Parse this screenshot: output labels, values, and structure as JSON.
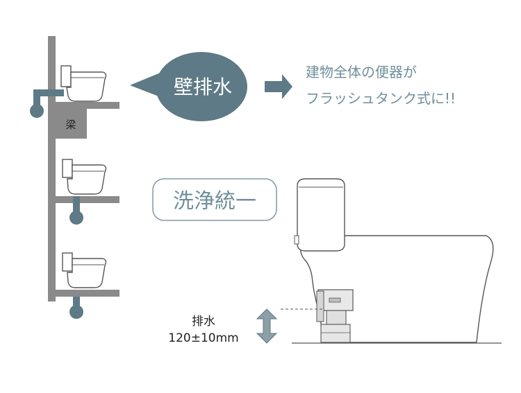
{
  "bubble": {
    "label": "壁排水"
  },
  "result": {
    "line1": "建物全体の便器が",
    "line2": "フラッシュタンク式に!!"
  },
  "beam": {
    "label": "梁"
  },
  "unify": {
    "label": "洗浄統一"
  },
  "drain": {
    "label": "排水",
    "spec": "120±10mm"
  },
  "colors": {
    "wall": "#8a8a8a",
    "pipe": "#5d7a86",
    "bubble": "#5d7a86",
    "arrow": "#5d7a86",
    "text_accent": "#6f8f9b",
    "dim_arrow": "#8c9ea6"
  }
}
